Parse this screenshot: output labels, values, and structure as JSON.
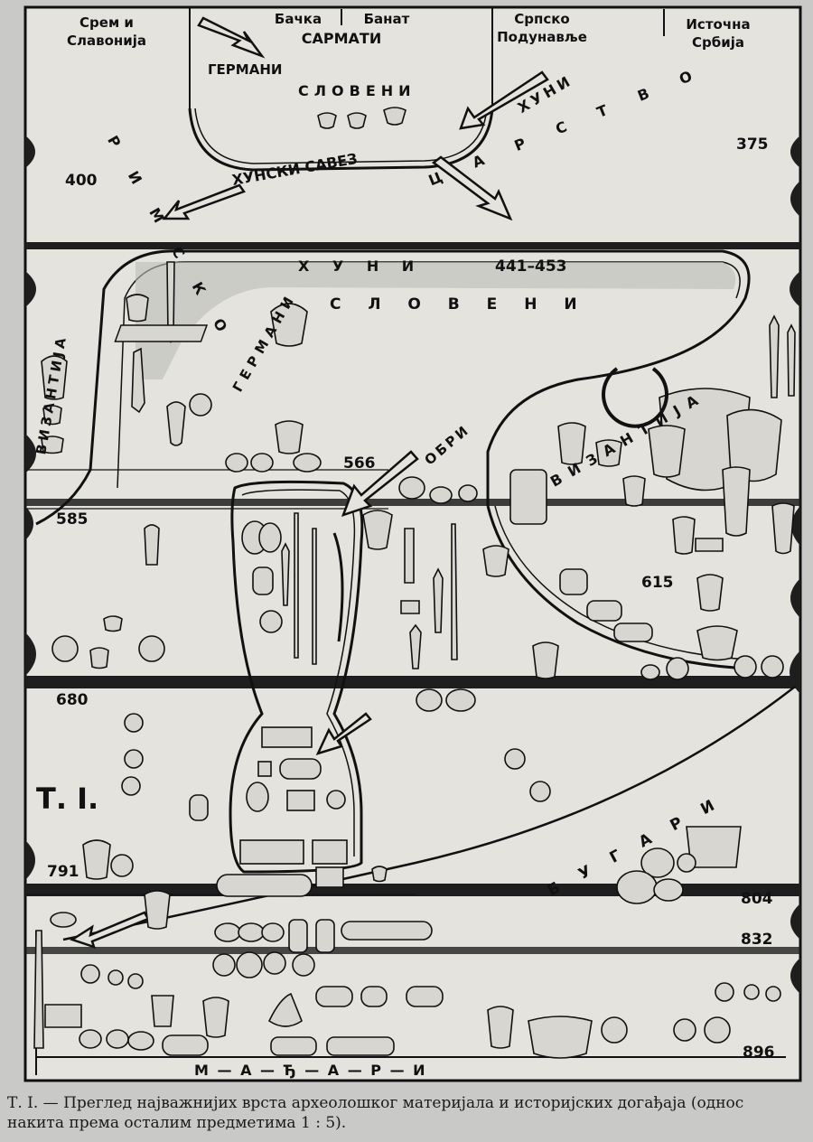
{
  "regions": {
    "srem": "Срем и Славонија",
    "backa": "Бачка",
    "banat": "Банат",
    "sarmati": "САРМАТИ",
    "podunavlje": "Српско Подунавље",
    "istocna": "Источна Србија"
  },
  "peoples": {
    "germani_top": "ГЕРМАНИ",
    "sloveni_top": "СЛОВЕНИ",
    "huni_top": "ХУНИ",
    "rimsko": "Р И М С К О",
    "carstvo": "Ц А Р С Т В О",
    "hunski_savez": "ХУНСКИ   САВЕЗ",
    "huni_mid": "Х У Н И",
    "sloveni_mid": "С Л О В Е Н И",
    "germani_mid": "ГЕРМАНИ",
    "vizantija_left": "ВИЗАНТИЈА",
    "vizantija_right": "ВИЗАНТИЈА",
    "obri": "ОБРИ",
    "bugari": "Б У Г А Р И",
    "madjari": "М — А — Ђ — А — Р — И"
  },
  "years": {
    "y375": "375",
    "y400": "400",
    "y441": "441–453",
    "y566": "566",
    "y585": "585",
    "y615": "615",
    "y680": "680",
    "y791": "791",
    "y804": "804",
    "y832": "832",
    "y896": "896"
  },
  "plate_label": "Т. I.",
  "caption": "Т. I. — Преглед најважнијих врста археолошког материјала и историјских догађаја (однос накита према осталим предметима 1 : 5)."
}
